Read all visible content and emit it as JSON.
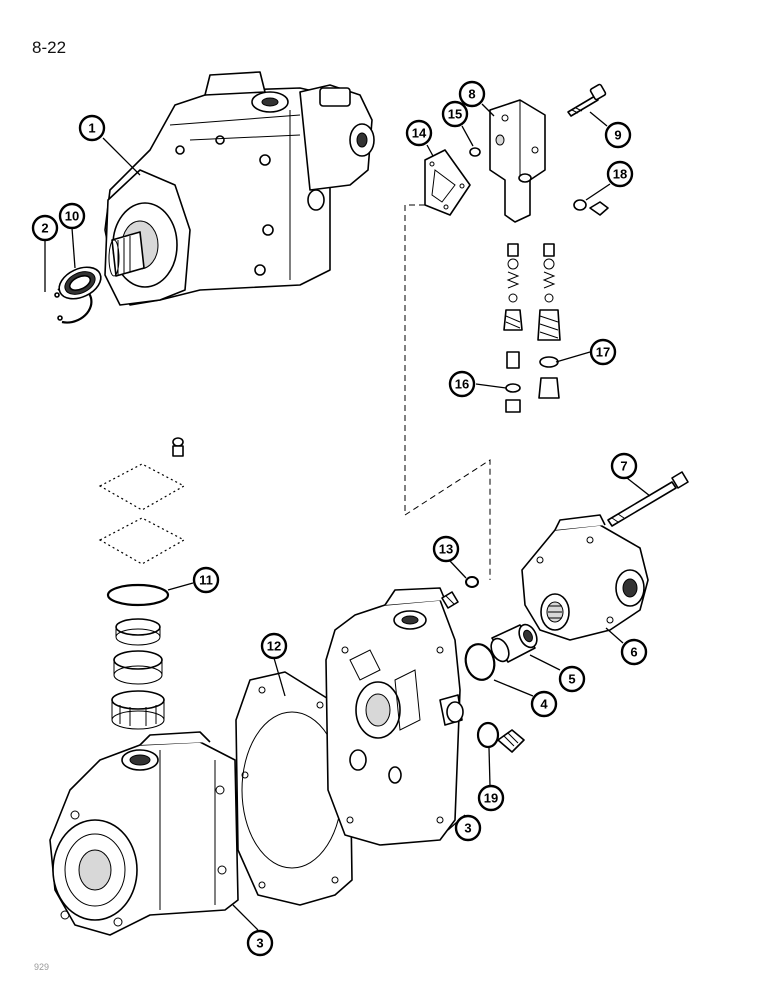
{
  "page": {
    "number": "8-22",
    "figure_code": "929"
  },
  "callouts": [
    {
      "label": "1"
    },
    {
      "label": "2"
    },
    {
      "label": "10"
    },
    {
      "label": "8"
    },
    {
      "label": "15"
    },
    {
      "label": "14"
    },
    {
      "label": "9"
    },
    {
      "label": "18"
    },
    {
      "label": "17"
    },
    {
      "label": "16"
    },
    {
      "label": "7"
    },
    {
      "label": "11"
    },
    {
      "label": "13"
    },
    {
      "label": "12"
    },
    {
      "label": "6"
    },
    {
      "label": "5"
    },
    {
      "label": "4"
    },
    {
      "label": "19"
    },
    {
      "label": "3"
    },
    {
      "label": "3"
    }
  ]
}
